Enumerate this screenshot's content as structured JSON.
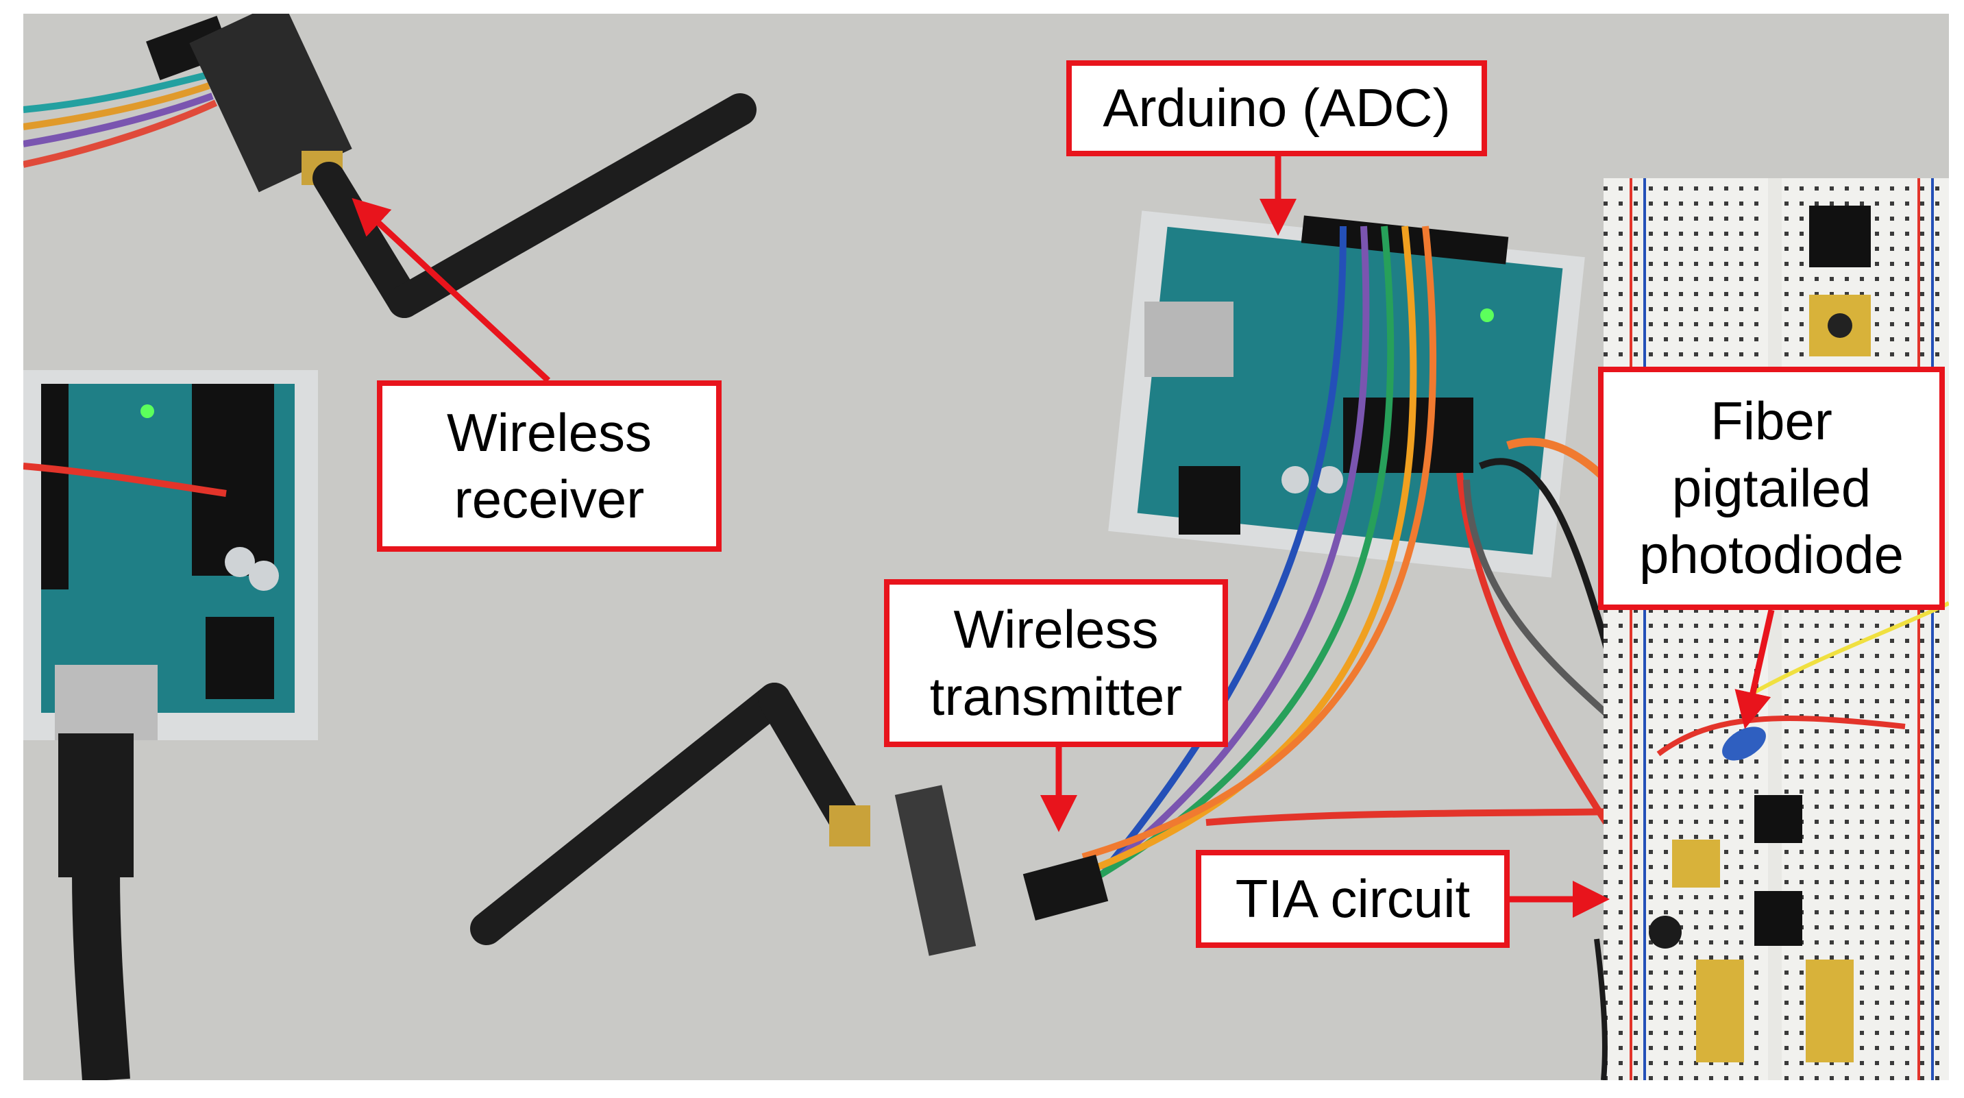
{
  "labels": {
    "arduino_adc": "Arduino (ADC)",
    "wireless_receiver": [
      "Wireless",
      "receiver"
    ],
    "wireless_transmitter": [
      "Wireless",
      "transmitter"
    ],
    "fiber_photodiode": [
      "Fiber",
      "pigtailed",
      "photodiode"
    ],
    "tia_circuit": "TIA circuit"
  },
  "colors": {
    "callout_border": "#e8141c",
    "arrow": "#e8141c",
    "tabletop": "#cfcfcc",
    "arduino_board": "#1f7f86",
    "antenna": "#1d1d1d"
  }
}
